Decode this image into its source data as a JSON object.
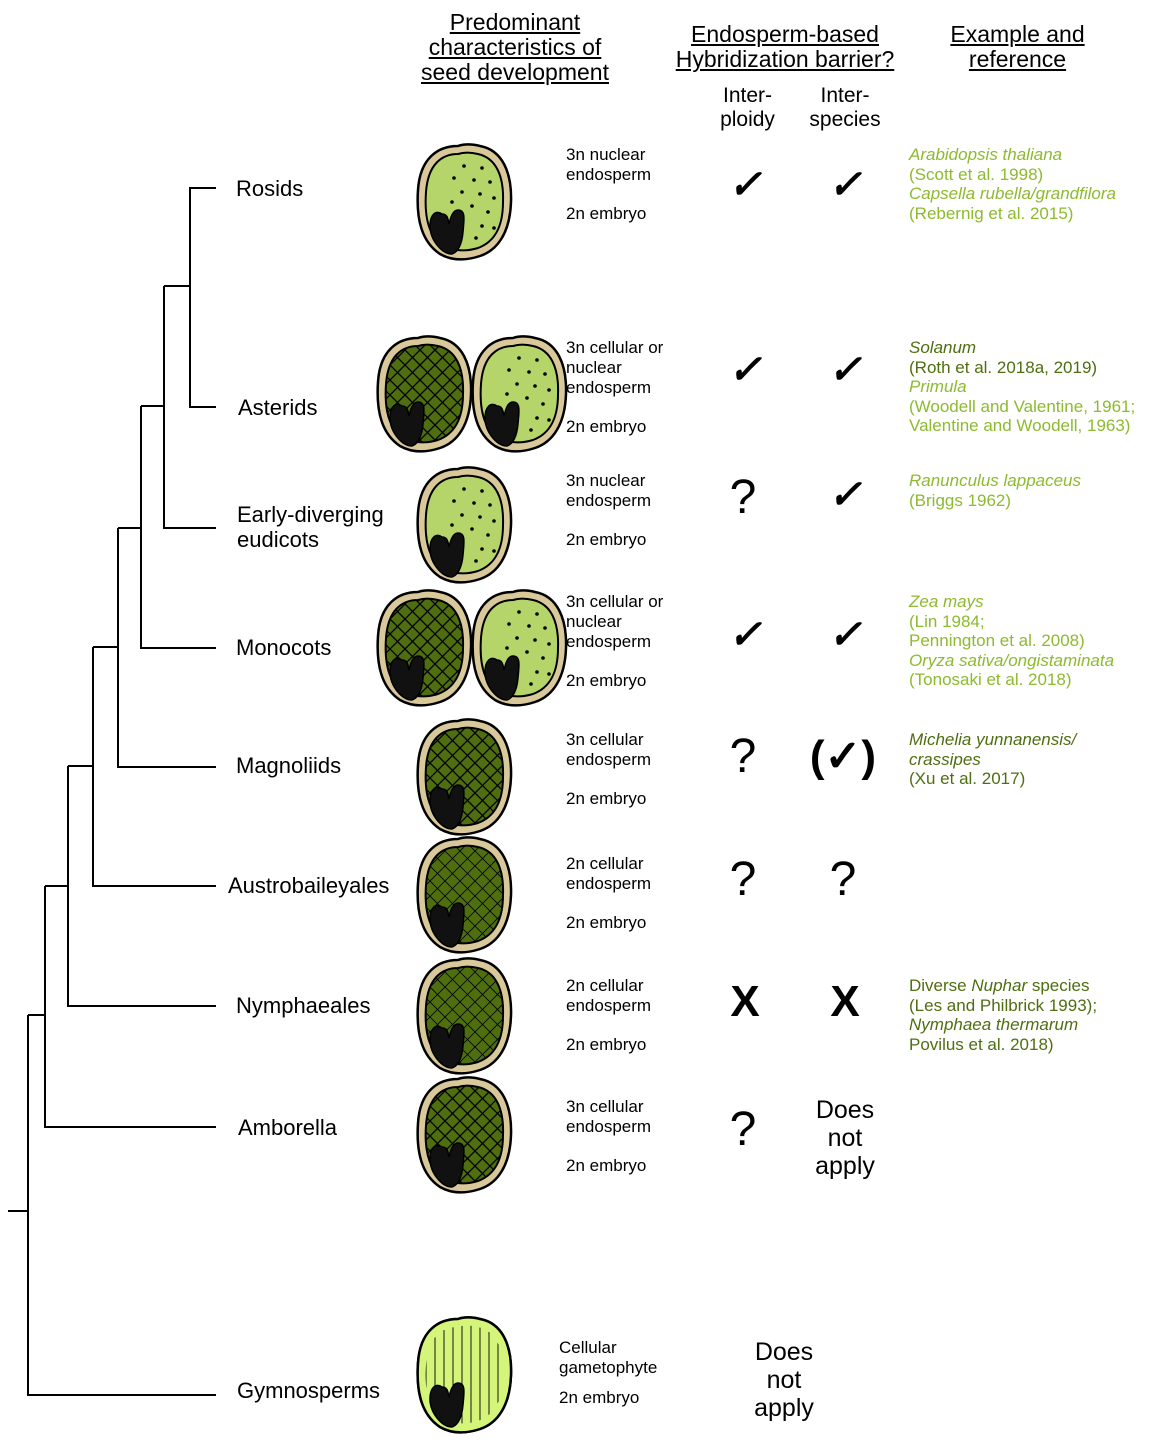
{
  "headers": {
    "seed_dev": [
      "Predominant",
      "characteristics of",
      "seed development"
    ],
    "barrier": [
      "Endosperm-based",
      "Hybridization barrier?"
    ],
    "example": [
      "Example and",
      "reference"
    ],
    "interploidy": [
      "Inter-",
      "ploidy"
    ],
    "interspecies": [
      "Inter-",
      "species"
    ]
  },
  "clades": [
    {
      "name": "Rosids",
      "endosperm": [
        "3n nuclear",
        "endosperm"
      ],
      "embryo": "2n embryo",
      "interploidy": "✓",
      "interspecies": "✓",
      "refs": [
        {
          "text": "Arabidopsis thaliana",
          "style": "it light"
        },
        {
          "text": "(Scott et al. 1998)",
          "style": "light"
        },
        {
          "text": "Capsella rubella/grandfilora",
          "style": "it light"
        },
        {
          "text": "(Rebernig et al. 2015)",
          "style": "light"
        }
      ]
    },
    {
      "name": "Asterids",
      "endosperm": [
        "3n cellular or",
        "nuclear",
        "endosperm"
      ],
      "embryo": "2n embryo",
      "interploidy": "✓",
      "interspecies": "✓",
      "refs": [
        {
          "text": "Solanum",
          "style": "it dark"
        },
        {
          "text": "(Roth et al. 2018a, 2019)",
          "style": "dark"
        },
        {
          "text": "Primula",
          "style": "it light"
        },
        {
          "text": "(Woodell and Valentine, 1961;",
          "style": "light"
        },
        {
          "text": "Valentine and Woodell, 1963)",
          "style": "light"
        }
      ]
    },
    {
      "name": "Early-diverging eudicots",
      "endosperm": [
        "3n nuclear",
        "endosperm"
      ],
      "embryo": "2n embryo",
      "interploidy": "?",
      "interspecies": "✓",
      "refs": [
        {
          "text": "Ranunculus lappaceus",
          "style": "it light"
        },
        {
          "text": "(Briggs 1962)",
          "style": "light"
        }
      ]
    },
    {
      "name": "Monocots",
      "endosperm": [
        "3n cellular or",
        "nuclear",
        "endosperm"
      ],
      "embryo": "2n embryo",
      "interploidy": "✓",
      "interspecies": "✓",
      "refs": [
        {
          "text": "Zea mays",
          "style": "it light"
        },
        {
          "text": "(Lin 1984;",
          "style": "light"
        },
        {
          "text": "Pennington et al. 2008)",
          "style": "light"
        },
        {
          "text": "Oryza sativa/ongistaminata",
          "style": "it light"
        },
        {
          "text": "(Tonosaki et al. 2018)",
          "style": "light"
        }
      ]
    },
    {
      "name": "Magnoliids",
      "endosperm": [
        "3n cellular",
        "endosperm"
      ],
      "embryo": "2n embryo",
      "interploidy": "?",
      "interspecies": "(✓)",
      "refs": [
        {
          "text": "Michelia yunnanensis/",
          "style": "it dark"
        },
        {
          "text": "crassipes",
          "style": "it dark"
        },
        {
          "text": "(Xu et al. 2017)",
          "style": "dark"
        }
      ]
    },
    {
      "name": "Austrobaileyales",
      "endosperm": [
        "2n cellular",
        "endosperm"
      ],
      "embryo": "2n embryo",
      "interploidy": "?",
      "interspecies": "?",
      "refs": []
    },
    {
      "name": "Nymphaeales",
      "endosperm": [
        "2n cellular",
        "endosperm"
      ],
      "embryo": "2n embryo",
      "interploidy": "X",
      "interspecies": "X",
      "refs": [
        {
          "text": "Diverse Nuphar species",
          "style": "dark"
        },
        {
          "text": "(Les and Philbrick 1993);",
          "style": "dark"
        },
        {
          "text": "Nymphaea thermarum",
          "style": "it dark"
        },
        {
          "text": "Povilus et al. 2018)",
          "style": "dark"
        }
      ]
    },
    {
      "name": "Amborella",
      "endosperm": [
        "3n cellular",
        "endosperm"
      ],
      "embryo": "2n embryo",
      "interploidy": "?",
      "interspecies_na": [
        "Does",
        "not",
        "apply"
      ],
      "refs": []
    },
    {
      "name": "Gymnosperms",
      "endosperm": [
        "Cellular",
        "gametophyte"
      ],
      "embryo": "2n embryo",
      "na": [
        "Does",
        "not",
        "apply"
      ],
      "refs": []
    }
  ],
  "colors": {
    "coat": "#d9c99a",
    "nuclear": "#b5d56a",
    "cellular": "#4f6e10",
    "gametophyte": "#d4f57a",
    "ref_light": "#8dba2e",
    "ref_dark": "#4f6e10"
  }
}
